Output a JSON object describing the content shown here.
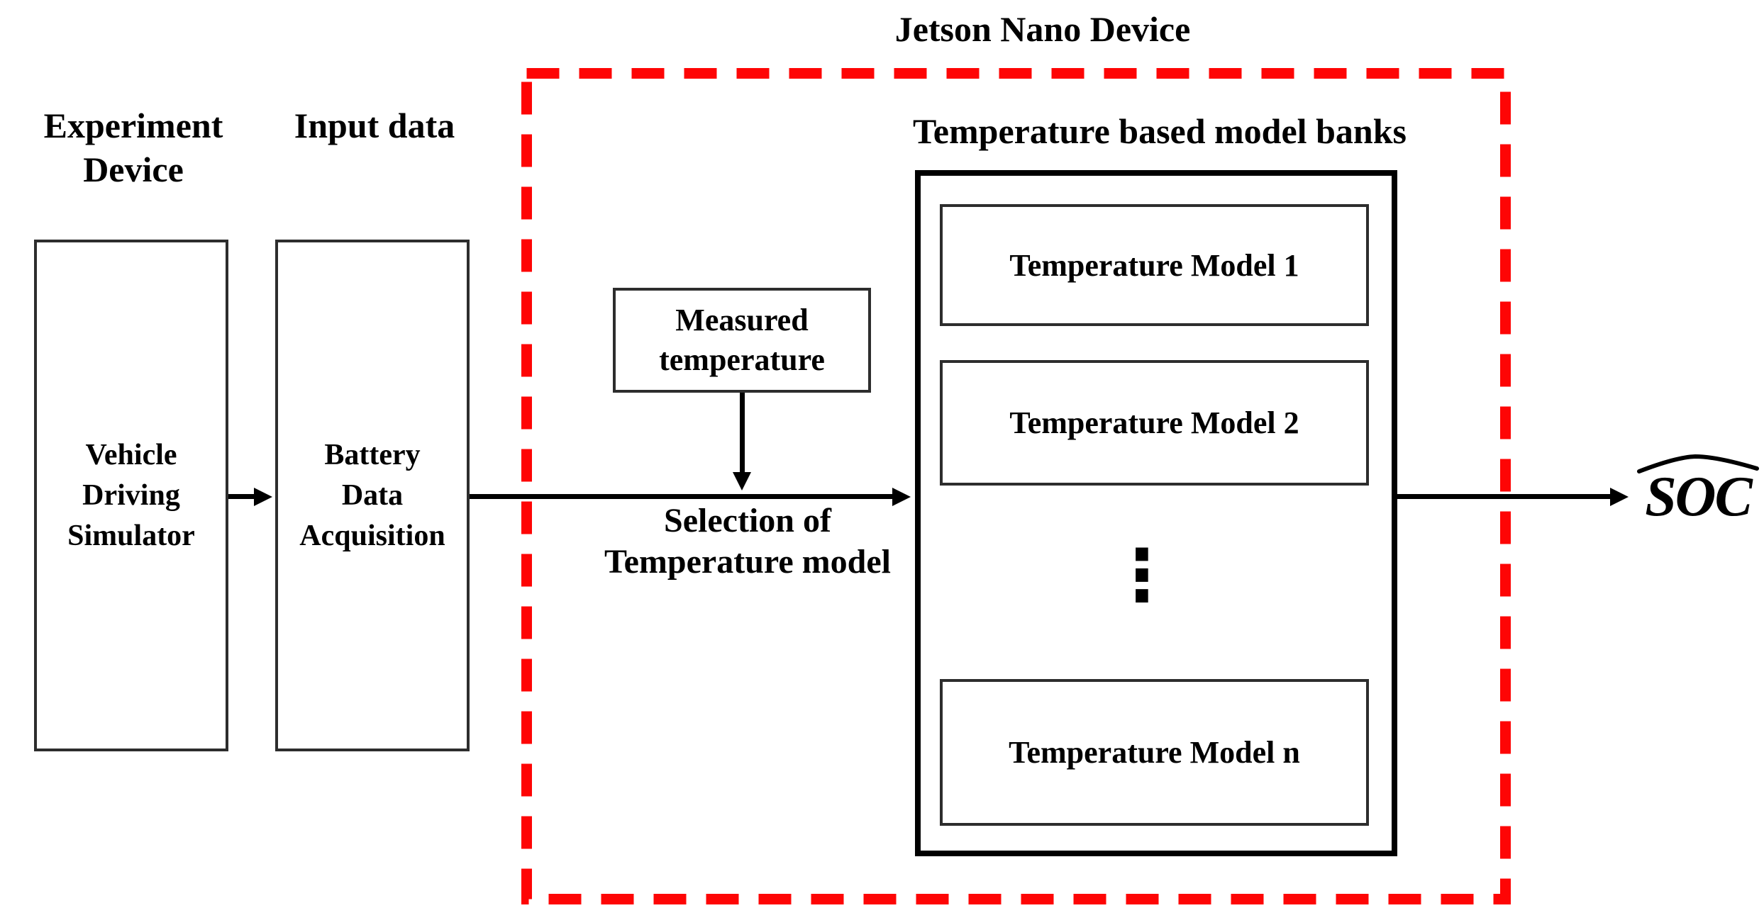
{
  "titles": {
    "device_title": "Jetson Nano Device",
    "experiment_label": "Experiment\nDevice",
    "input_label": "Input data",
    "banks_title": "Temperature based model banks",
    "selection_label": "Selection of\nTemperature model"
  },
  "boxes": {
    "vehicle": "Vehicle\nDriving\nSimulator",
    "battery": "Battery\nData\nAcquisition",
    "measured": "Measured\ntemperature",
    "models": [
      {
        "label": "Temperature Model 1"
      },
      {
        "label": "Temperature Model 2"
      },
      {
        "label": "Temperature Model n"
      }
    ],
    "ellipsis": "⋮"
  },
  "output": {
    "label": "SOC"
  },
  "colors": {
    "dashed_box": "#fe0505",
    "stroke": "#000000",
    "thin_border": "#2d2d2d"
  }
}
